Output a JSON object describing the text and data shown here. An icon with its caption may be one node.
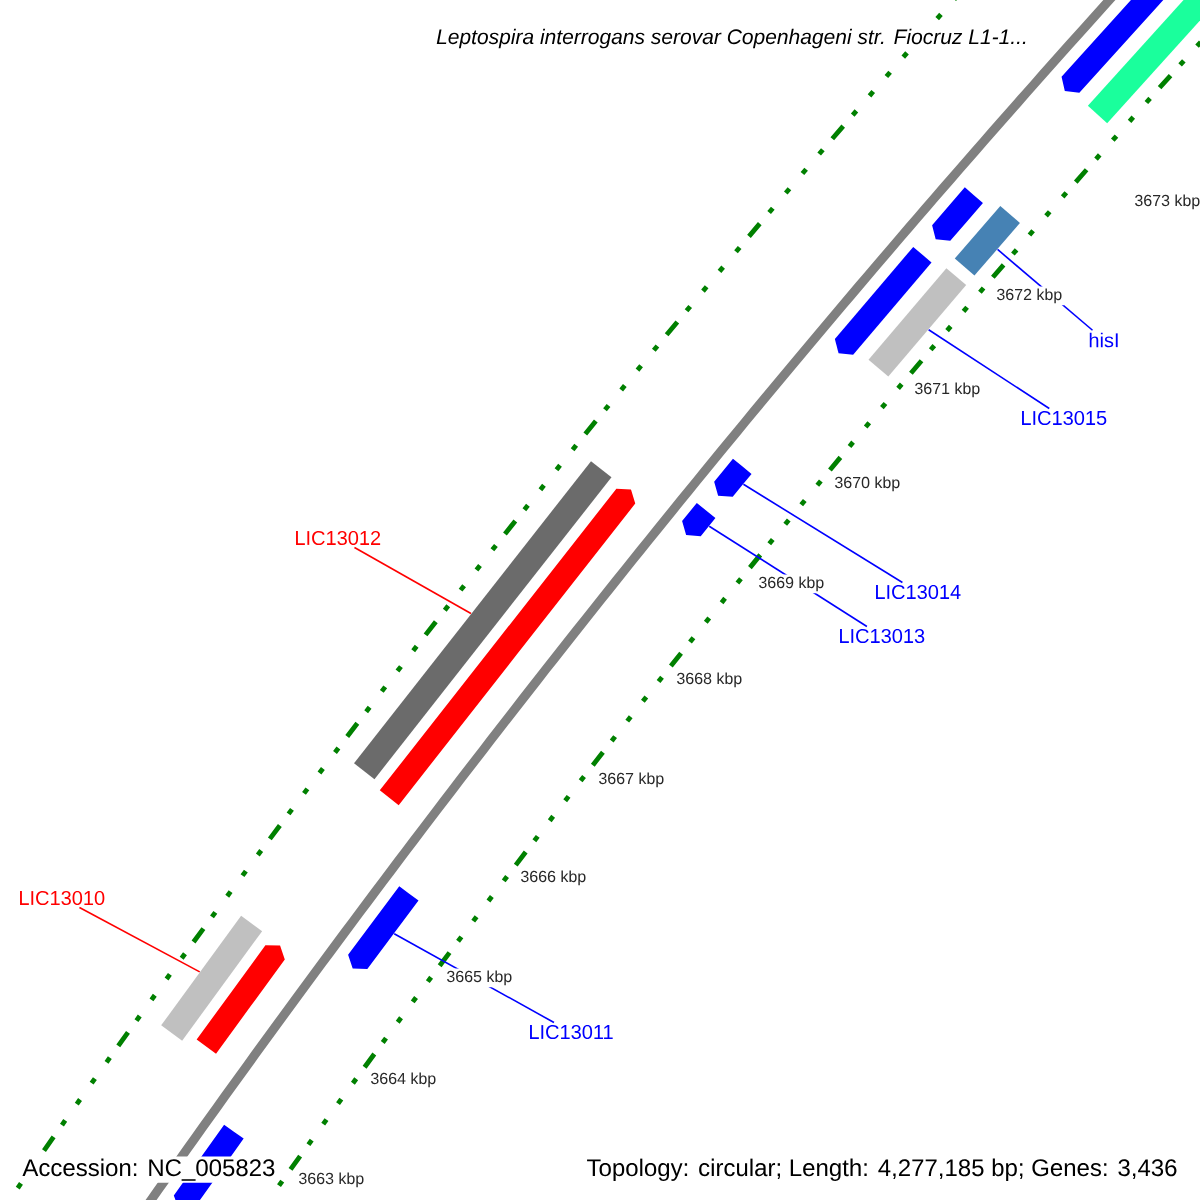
{
  "diagram": {
    "title": "Leptospira interrogans serovar Copenhageni str. Fiocruz L1-1...",
    "nodes": [
      {
        "text": [
          "hisI"
        ]
      },
      {
        "text": [
          "LIC13015"
        ]
      },
      {
        "text": [
          "LIC13014"
        ]
      },
      {
        "text": [
          "LIC13013"
        ]
      },
      {
        "text": [
          "LIC13012"
        ]
      },
      {
        "text": [
          "LIC13010"
        ]
      },
      {
        "text": [
          "LIC13011"
        ]
      },
      {
        "text": [],
        "shape": "bar"
      },
      {
        "text": [],
        "shape": "bar"
      },
      {
        "text": [],
        "shape": "bar"
      },
      {
        "text": [],
        "shape": "bar"
      },
      {
        "text": [],
        "shape": "bar"
      },
      {
        "text": [],
        "shape": "bar"
      },
      {
        "text": [],
        "shape": "bar"
      },
      {
        "text": [],
        "shape": "bar"
      },
      {
        "text": [],
        "shape": "bar"
      },
      {
        "text": [],
        "shape": "bar"
      },
      {
        "text": [],
        "shape": "bar"
      },
      {
        "text": [],
        "shape": "bar"
      },
      {
        "text": [],
        "shape": "bar"
      },
      {
        "text": [],
        "shape": "bar"
      }
    ],
    "edges": [
      {
        "from": 0,
        "to": 10,
        "arrow": "none"
      },
      {
        "from": 1,
        "to": 12,
        "arrow": "none"
      },
      {
        "from": 2,
        "to": 13,
        "arrow": "none"
      },
      {
        "from": 3,
        "to": 14,
        "arrow": "none"
      },
      {
        "from": 4,
        "to": 15,
        "arrow": "none",
        "color": "#ff0000"
      },
      {
        "from": 5,
        "to": 18,
        "arrow": "none",
        "color": "#ff0000"
      },
      {
        "from": 6,
        "to": 17,
        "arrow": "none"
      }
    ],
    "labels": [
      "3673 kbp",
      "3672 kbp",
      "3671 kbp",
      "3670 kbp",
      "3669 kbp",
      "3668 kbp",
      "3667 kbp",
      "3666 kbp",
      "3665 kbp",
      "3664 kbp",
      "3663 kbp",
      "Accession: NC_005823",
      "Topology: circular; Length: 4,277,185 bp; Genes: 3,436"
    ]
  }
}
